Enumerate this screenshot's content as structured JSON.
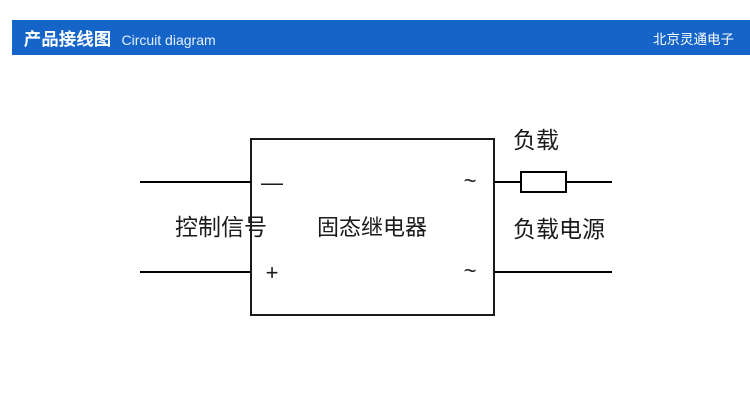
{
  "header": {
    "title_cn": "产品接线图",
    "title_en": "Circuit diagram",
    "brand": "北京灵通电子",
    "bar_color": "#1565c9",
    "text_color": "#ffffff"
  },
  "diagram": {
    "box_label": "固态继电器",
    "left_label": "控制信号",
    "terminal_minus": "—",
    "terminal_plus": "+",
    "terminal_ac_top": "~",
    "terminal_ac_bottom": "~",
    "load_label": "负载",
    "power_label": "负载电源",
    "line_color": "#000000",
    "box_border_color": "#1a1a1a"
  }
}
